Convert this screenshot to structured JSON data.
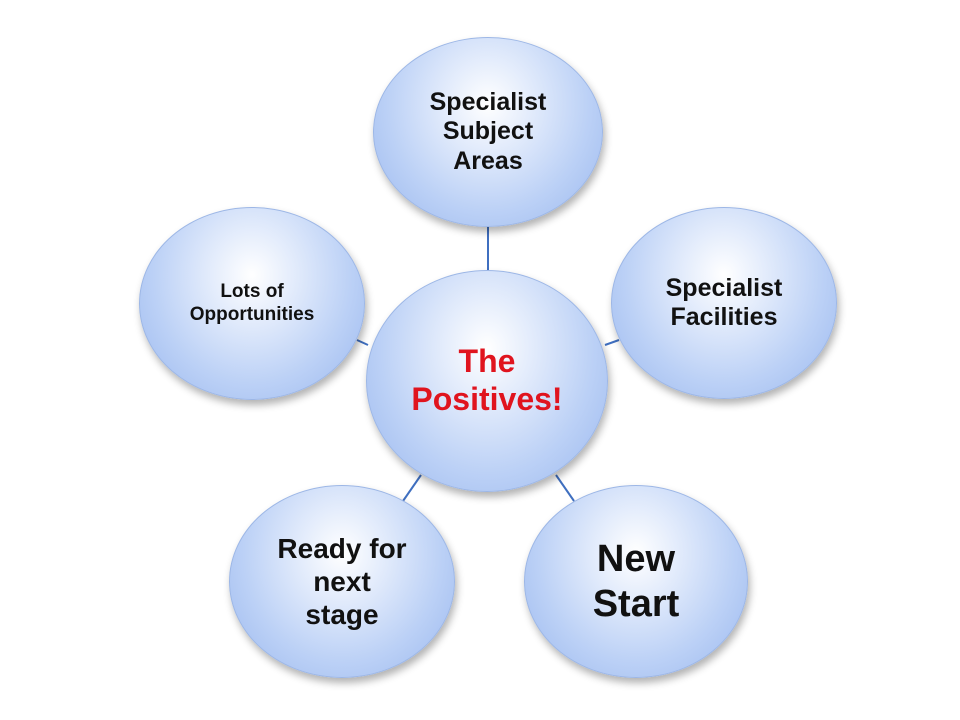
{
  "diagram": {
    "center": {
      "label_line1": "The",
      "label_line2": "Positives!",
      "color": "#e0141e"
    },
    "nodes": [
      {
        "id": "specialist-subject-areas",
        "lines": [
          "Specialist",
          "Subject",
          "Areas"
        ]
      },
      {
        "id": "specialist-facilities",
        "lines": [
          "Specialist",
          "Facilities"
        ]
      },
      {
        "id": "new-start",
        "lines": [
          "New",
          "Start"
        ]
      },
      {
        "id": "ready-for-next-stage",
        "lines": [
          "Ready for",
          "next",
          "stage"
        ]
      },
      {
        "id": "lots-of-opportunities",
        "lines": [
          "Lots of",
          "Opportunities"
        ]
      }
    ],
    "node_fill": "#bcd1f6",
    "connector_color": "#3f6fc0"
  }
}
